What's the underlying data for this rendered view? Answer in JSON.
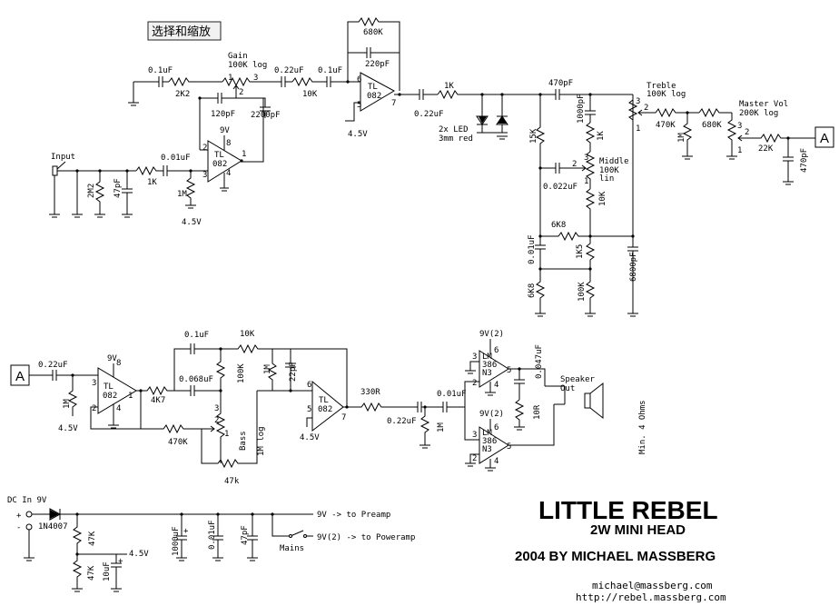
{
  "toolbar": {
    "zoom_button": "选择和缩放"
  },
  "connector": {
    "a": "A"
  },
  "title": {
    "main": "LITTLE REBEL",
    "subtitle": "2W MINI HEAD",
    "byline": "2004 BY MICHAEL MASSBERG",
    "email": "michael@massberg.com",
    "url": "http://rebel.massberg.com"
  },
  "preamp": {
    "input": "Input",
    "r_2m2": "2M2",
    "c_47pf": "47pF",
    "c_001_in": "0.01uF",
    "r_1k_in": "1K",
    "r_1m_bias": "1M",
    "v_45_a": "4.5V",
    "c_01_gain": "0.1uF",
    "r_2k2": "2K2",
    "pot_gain": "Gain",
    "pot_gain_val": "100K log",
    "pin_1": "1",
    "pin_2": "2",
    "pin_3": "3",
    "pin_4": "4",
    "pin_5": "5",
    "pin_6": "6",
    "pin_7": "7",
    "pin_8": "8",
    "c_120pf": "120pF",
    "c_2200pf": "2200pF",
    "v_9v": "9V",
    "opamp_tl": "TL",
    "opamp_082": "082",
    "c_022_a": "0.22uF",
    "r_10k_a": "10K",
    "c_01_b": "0.1uF",
    "r_680k": "680K",
    "c_220pf": "220pF",
    "v_45_b": "4.5V",
    "c_022_b": "0.22uF",
    "r_1k_led": "1K",
    "led_label": "2x LED",
    "led_color": "3mm red",
    "c_470pf_tone": "470pF",
    "r_15k": "15K",
    "c_1000pf": "1000pF",
    "r_1k_tone": "1K",
    "pot_middle": "Middle",
    "pot_middle_val": "100K",
    "pot_middle_taper": "lin",
    "c_0022": "0.022uF",
    "r_10k_mid": "10K",
    "pot_treble": "Treble",
    "pot_treble_val": "100K log",
    "r_470k_t": "470K",
    "r_1m_t": "1M",
    "r_680k_t": "680K",
    "pot_master": "Master Vol",
    "pot_master_val": "200K log",
    "r_22k": "22K",
    "c_470pf_out": "470pF",
    "r_6k8_a": "6K8",
    "c_001_tone": "0.01uF",
    "r_1k5": "1K5",
    "c_6800pf": "6800pF",
    "r_6k8_b": "6K8",
    "r_100k_tone": "100K"
  },
  "poweramp": {
    "c_022_in": "0.22uF",
    "v_9v": "9V",
    "r_1m": "1M",
    "v_45_a": "4.5V",
    "r_4k7": "4K7",
    "c_01": "0.1uF",
    "r_10k": "10K",
    "c_0068": "0.068uF",
    "r_100k": "100K",
    "r_1m_b": "1M",
    "c_22pf": "22pF",
    "r_470k": "470K",
    "pot_bass": "Bass",
    "pot_bass_val": "1M log",
    "r_47k": "47k",
    "v_45_b": "4.5V",
    "r_330r": "330R",
    "c_022_b": "0.22uF",
    "c_001": "0.01uF",
    "r_1m_out": "1M",
    "v_9v2_a": "9V(2)",
    "v_9v2_b": "9V(2)",
    "lm": "LM",
    "lm_386": "386",
    "lm_n3": "N3",
    "c_0047": "0.047uF",
    "r_10r": "10R",
    "speaker_out": "Speaker",
    "speaker_out2": "Out",
    "speaker_min": "Min. 4 Ohms"
  },
  "psu": {
    "dc_in": "DC In 9V",
    "plus": "+",
    "minus": "-",
    "diode": "1N4007",
    "r_47k_a": "47K",
    "r_47k_b": "47K",
    "c_1000uf": "1000uF",
    "c_001": "0.01uF",
    "c_47pf": "47pF",
    "c_10uf": "10uF",
    "v_45": "4.5V",
    "to_preamp": "9V -> to Preamp",
    "to_poweramp": "9V(2) -> to Poweramp",
    "mains": "Mains"
  }
}
